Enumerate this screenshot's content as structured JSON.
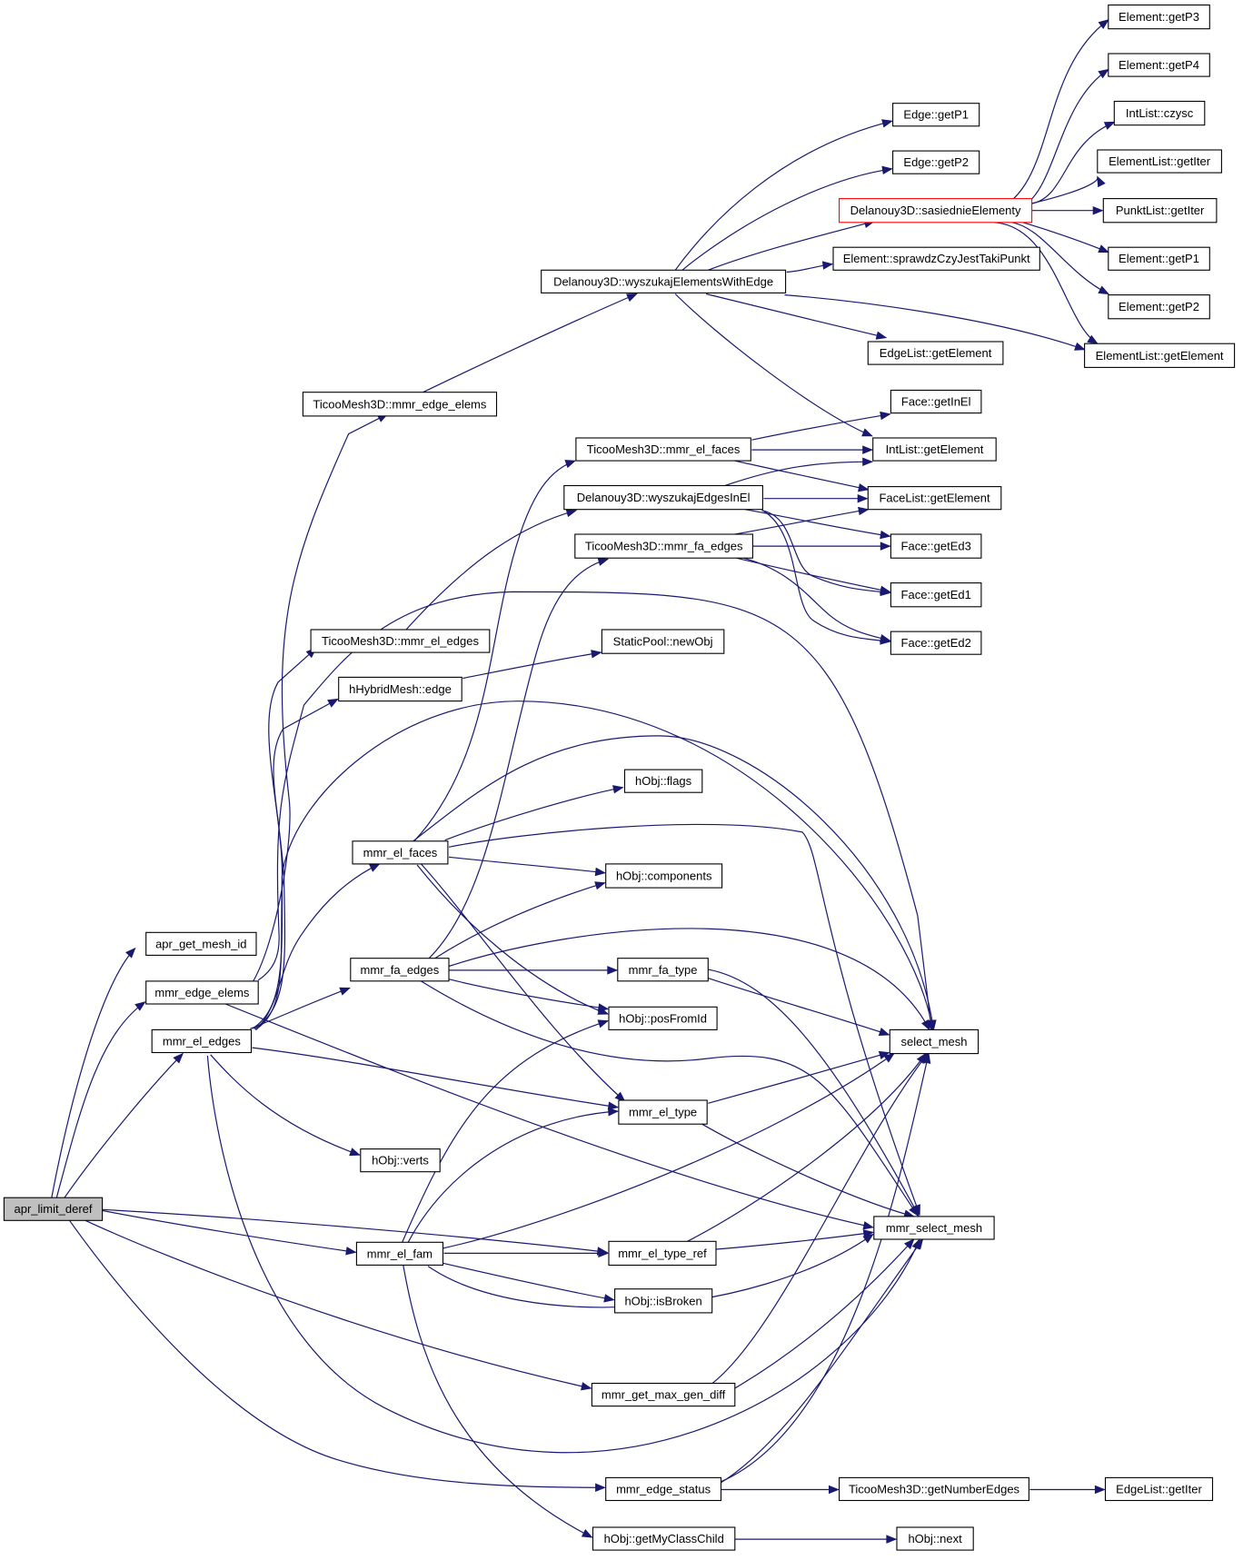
{
  "graph": {
    "root": "apr_limit_deref",
    "nodes": {
      "apr_limit_deref": "apr_limit_deref",
      "apr_get_mesh_id": "apr_get_mesh_id",
      "mmr_edge_elems": "mmr_edge_elems",
      "mmr_el_edges": "mmr_el_edges",
      "mmr_el_faces": "mmr_el_faces",
      "mmr_fa_edges": "mmr_fa_edges",
      "hObj_verts": "hObj::verts",
      "mmr_el_fam": "mmr_el_fam",
      "mmr_get_max_gen_diff": "mmr_get_max_gen_diff",
      "mmr_edge_status": "mmr_edge_status",
      "Ticoo_mmr_edge_elems": "TicooMesh3D::mmr_edge_elems",
      "Ticoo_mmr_el_edges": "TicooMesh3D::mmr_el_edges",
      "hHybridMesh_edge": "hHybridMesh::edge",
      "Ticoo_mmr_el_faces": "TicooMesh3D::mmr_el_faces",
      "Delanouy_wyszukajEdgesInEl": "Delanouy3D::wyszukajEdgesInEl",
      "Ticoo_mmr_fa_edges": "TicooMesh3D::mmr_fa_edges",
      "StaticPool_newObj": "StaticPool::newObj",
      "Delanouy_wyszukajElementsWithEdge": "Delanouy3D::wyszukajElementsWithEdge",
      "hObj_flags": "hObj::flags",
      "hObj_components": "hObj::components",
      "mmr_fa_type": "mmr_fa_type",
      "hObj_posFromId": "hObj::posFromId",
      "mmr_el_type": "mmr_el_type",
      "mmr_el_type_ref": "mmr_el_type_ref",
      "hObj_isBroken": "hObj::isBroken",
      "hObj_getMyClassChild": "hObj::getMyClassChild",
      "Ticoo_getNumberEdges": "TicooMesh3D::getNumberEdges",
      "Edge_getP1": "Edge::getP1",
      "Edge_getP2": "Edge::getP2",
      "Delanouy_sasiednieElementy": "Delanouy3D::sasiednieElementy",
      "Element_sprawdzCzyJestTakiPunkt": "Element::sprawdzCzyJestTakiPunkt",
      "EdgeList_getElement": "EdgeList::getElement",
      "Face_getInEl": "Face::getInEl",
      "IntList_getElement": "IntList::getElement",
      "FaceList_getElement": "FaceList::getElement",
      "Face_getEd3": "Face::getEd3",
      "Face_getEd1": "Face::getEd1",
      "Face_getEd2": "Face::getEd2",
      "select_mesh": "select_mesh",
      "mmr_select_mesh": "mmr_select_mesh",
      "hObj_next": "hObj::next",
      "EdgeList_getIter": "EdgeList::getIter",
      "Element_getP3": "Element::getP3",
      "Element_getP4": "Element::getP4",
      "IntList_czysc": "IntList::czysc",
      "ElementList_getIter": "ElementList::getIter",
      "PunktList_getIter": "PunktList::getIter",
      "Element_getP1": "Element::getP1",
      "Element_getP2": "Element::getP2",
      "ElementList_getElement": "ElementList::getElement"
    },
    "highlighted_node": "Delanouy_sasiednieElementy",
    "edge_color": "#191970",
    "root_fill": "#bfbfbf",
    "highlight_border": "#ff0000"
  }
}
